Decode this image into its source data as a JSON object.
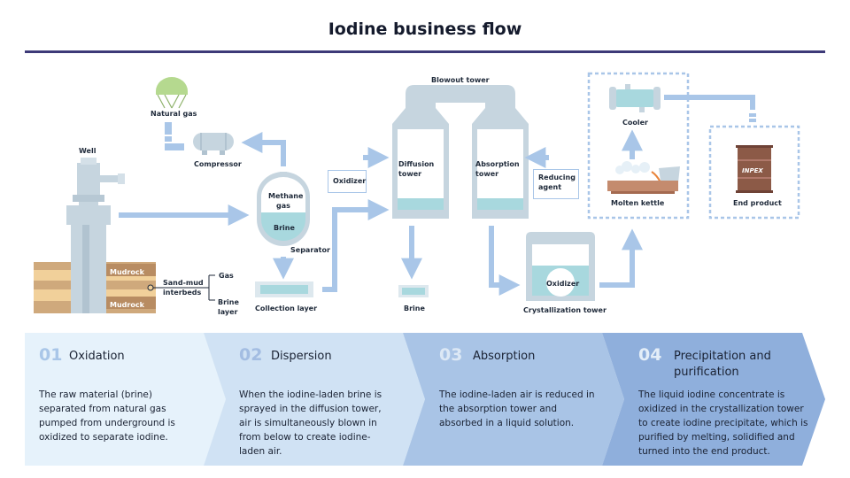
{
  "title": "Iodine business flow",
  "diagram": {
    "labels": {
      "natural_gas": "Natural gas",
      "well": "Well",
      "compressor": "Compressor",
      "methane_gas": "Methane gas",
      "brine": "Brine",
      "separator": "Separator",
      "mudrock_top": "Mudrock",
      "mudrock_bottom": "Mudrock",
      "sand_mud_interbeds": "Sand-mud interbeds",
      "gas": "Gas",
      "brine_layer": "Brine layer",
      "collection_layer": "Collection layer",
      "oxidizer_input": "Oxidizer",
      "blowout_tower": "Blowout tower",
      "diffusion_tower": "Diffusion tower",
      "absorption_tower": "Absorption tower",
      "reducing_agent": "Reducing agent",
      "brine_out": "Brine",
      "crystallization_oxidizer": "Oxidizer",
      "crystallization_tower": "Crystallization tower",
      "cooler": "Cooler",
      "molten_kettle": "Molten kettle",
      "end_product": "End product",
      "drum_brand": "INPEX"
    },
    "colors": {
      "arrow": "#a9c6e8",
      "equipment": "#c6d5df",
      "liquid": "#a8d8de",
      "rock_dark": "#cfa97c",
      "rock_light": "#f1d09a",
      "dashed_border": "#a9c6e8",
      "drum": "#8c5a47",
      "kettle": "#a46a50"
    }
  },
  "steps": [
    {
      "num": "01",
      "title": "Oxidation",
      "desc": "The raw material (brine) separated from natural gas pumped from underground is oxidized to separate iodine.",
      "bg": "#e6f2fb",
      "num_color": "#a9c6e8"
    },
    {
      "num": "02",
      "title": "Dispersion",
      "desc": "When the iodine-laden brine is sprayed in the diffusion tower, air is simultaneously blown in from below to create iodine-laden air.",
      "bg": "#d0e2f4",
      "num_color": "#a3bde2"
    },
    {
      "num": "03",
      "title": "Absorption",
      "desc": "The iodine-laden air is reduced in the absorption tower and absorbed in a liquid solution.",
      "bg": "#a9c4e6",
      "num_color": "#dce8f5"
    },
    {
      "num": "04",
      "title": "Precipitation and purification",
      "desc": "The liquid iodine concentrate is oxidized in the crystallization tower to create iodine precipitate, which is purified by melting, solidified and turned into the end product.",
      "bg": "#8fafdc",
      "num_color": "#e4eef8"
    }
  ]
}
